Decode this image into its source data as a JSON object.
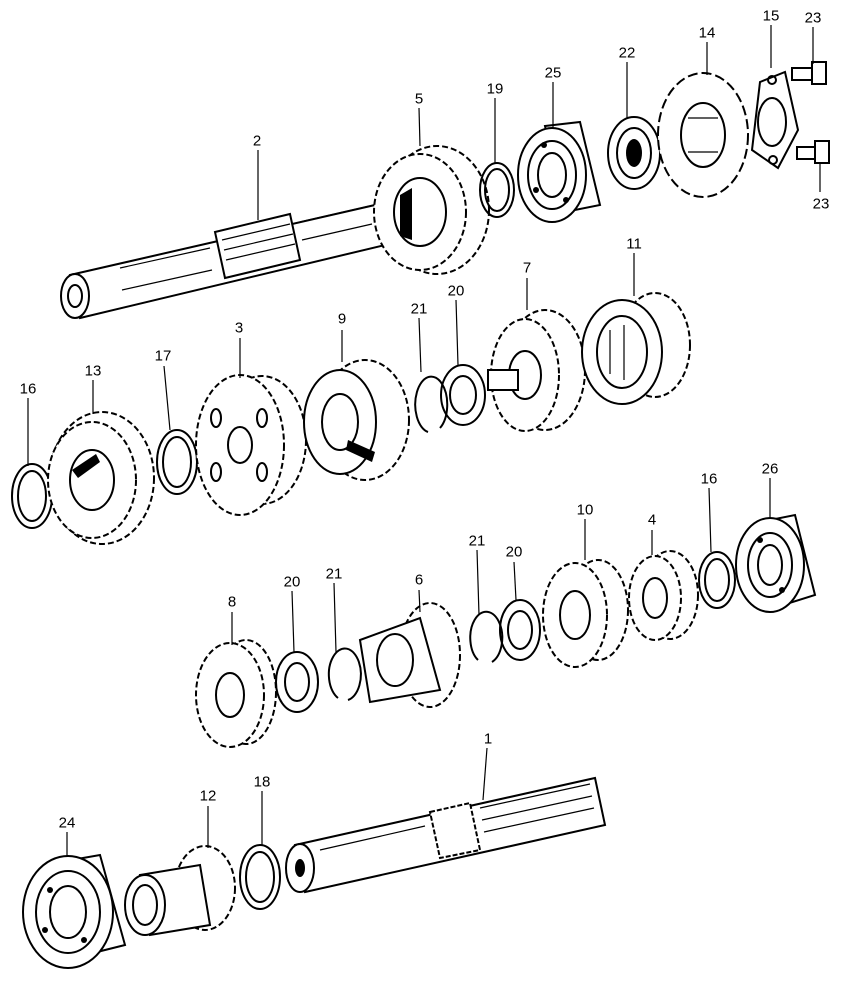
{
  "diagram": {
    "type": "exploded-parts",
    "colors": {
      "ink": "#000000",
      "background": "#ffffff"
    },
    "parts": [
      {
        "key": "p1",
        "label": "1",
        "kind": "shaft"
      },
      {
        "key": "p2",
        "label": "2",
        "kind": "shaft"
      },
      {
        "key": "p3",
        "label": "3",
        "kind": "gear"
      },
      {
        "key": "p4",
        "label": "4",
        "kind": "gear"
      },
      {
        "key": "p5",
        "label": "5",
        "kind": "gear"
      },
      {
        "key": "p6",
        "label": "6",
        "kind": "gear"
      },
      {
        "key": "p7",
        "label": "7",
        "kind": "gear"
      },
      {
        "key": "p8",
        "label": "8",
        "kind": "gear"
      },
      {
        "key": "p9",
        "label": "9",
        "kind": "gear"
      },
      {
        "key": "p10",
        "label": "10",
        "kind": "gear"
      },
      {
        "key": "p11",
        "label": "11",
        "kind": "gear"
      },
      {
        "key": "p12",
        "label": "12",
        "kind": "gear"
      },
      {
        "key": "p13",
        "label": "13",
        "kind": "gear"
      },
      {
        "key": "p14",
        "label": "14",
        "kind": "sprocket"
      },
      {
        "key": "p15",
        "label": "15",
        "kind": "plate"
      },
      {
        "key": "p16a",
        "label": "16",
        "kind": "washer"
      },
      {
        "key": "p16b",
        "label": "16",
        "kind": "washer"
      },
      {
        "key": "p17",
        "label": "17",
        "kind": "washer"
      },
      {
        "key": "p18",
        "label": "18",
        "kind": "washer"
      },
      {
        "key": "p19",
        "label": "19",
        "kind": "washer"
      },
      {
        "key": "p20a",
        "label": "20",
        "kind": "washer"
      },
      {
        "key": "p20b",
        "label": "20",
        "kind": "washer"
      },
      {
        "key": "p20c",
        "label": "20",
        "kind": "washer"
      },
      {
        "key": "p21a",
        "label": "21",
        "kind": "circlip"
      },
      {
        "key": "p21b",
        "label": "21",
        "kind": "circlip"
      },
      {
        "key": "p21c",
        "label": "21",
        "kind": "circlip"
      },
      {
        "key": "p22",
        "label": "22",
        "kind": "seal"
      },
      {
        "key": "p23a",
        "label": "23",
        "kind": "bolt"
      },
      {
        "key": "p23b",
        "label": "23",
        "kind": "bolt"
      },
      {
        "key": "p24",
        "label": "24",
        "kind": "bearing"
      },
      {
        "key": "p25",
        "label": "25",
        "kind": "bearing"
      },
      {
        "key": "p26",
        "label": "26",
        "kind": "bearing"
      }
    ]
  }
}
